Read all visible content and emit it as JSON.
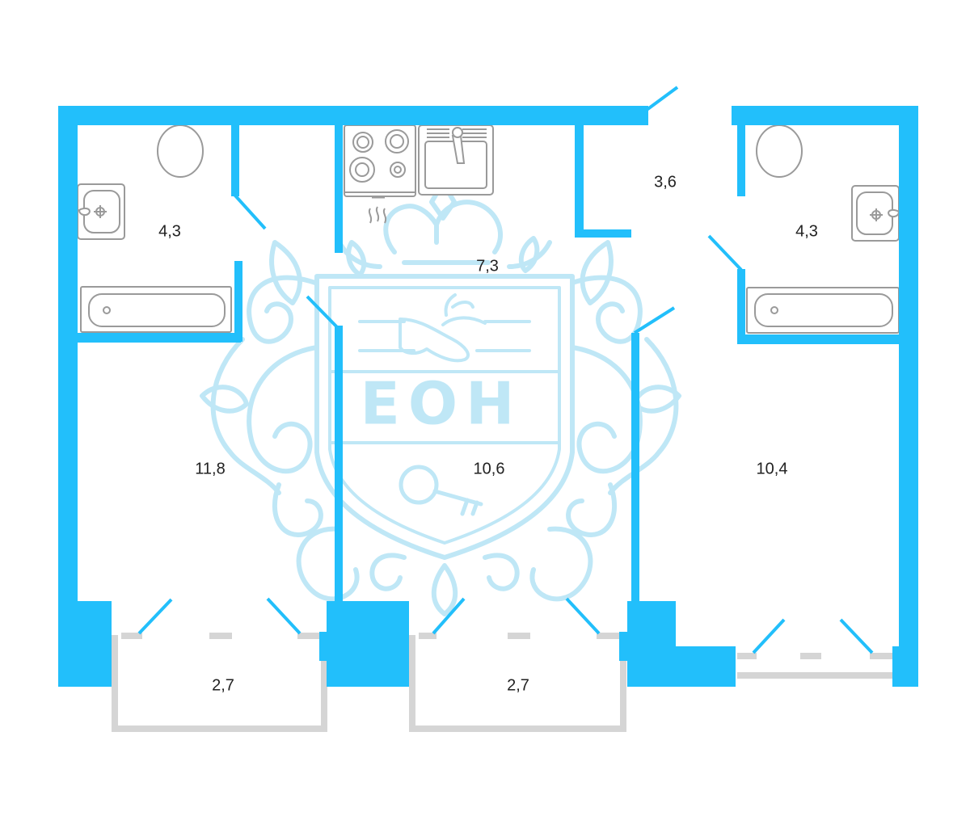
{
  "colors": {
    "wall": "#22BFFB",
    "balcony": "#D5D5D5",
    "fixture_stroke": "#9A9A9A",
    "watermark": "#BFE7F6",
    "label": "#222222"
  },
  "rooms": {
    "bath_left": "4,3",
    "room_left": "11,8",
    "balcony_left": "2,7",
    "kitchen": "7,3",
    "room_middle": "10,6",
    "balcony_middle": "2,7",
    "hall": "3,6",
    "bath_right": "4,3",
    "room_right": "10,4"
  },
  "watermark": {
    "text": "ЕОН",
    "icons": [
      "handshake-icon",
      "key-icon",
      "crown-icon"
    ]
  }
}
